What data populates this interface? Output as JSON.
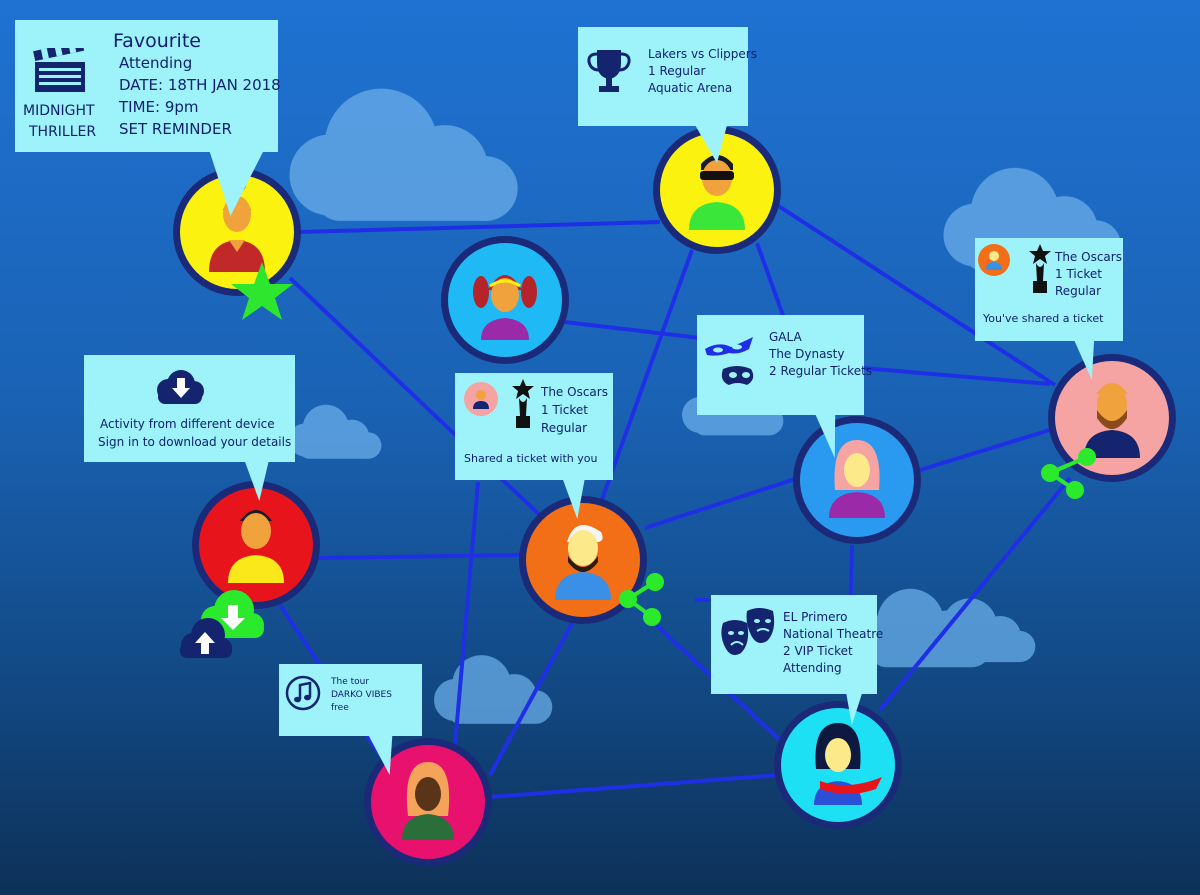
{
  "colors": {
    "link": "#1f2fe6",
    "bubble": "#9ef3fb",
    "bubble_text": "#0e1e6e",
    "node_ring": "#1b2a78",
    "share": "#2bea2b",
    "cloud": "#6aaee9"
  },
  "bubbles": {
    "favourite": {
      "heading": "Favourite",
      "movie_line1": "MIDNIGHT",
      "movie_line2": "THRILLER",
      "status": "Attending",
      "date": "DATE: 18TH JAN 2018",
      "time": "TIME: 9pm",
      "action": "SET REMINDER",
      "icon": "clapperboard-icon"
    },
    "lakers": {
      "line1": "Lakers vs Clippers",
      "line2": "1 Regular",
      "line3": "Aquatic Arena",
      "icon": "trophy-icon"
    },
    "oscars_right": {
      "line1": "The Oscars",
      "line2": "1 Ticket",
      "line3": "Regular",
      "message": "You've shared a ticket",
      "icon": "award-statue-icon"
    },
    "gala": {
      "line1": "GALA",
      "line2": "The Dynasty",
      "line3": "2 Regular Tickets",
      "icon": "masquerade-mask-icon"
    },
    "oscars_center": {
      "line1": "The Oscars",
      "line2": "1 Ticket",
      "line3": "Regular",
      "message": "Shared a ticket with you",
      "icon": "award-statue-icon"
    },
    "device": {
      "line1": "Activity from different  device",
      "line2": "Sign in to download your details",
      "icon": "cloud-download-icon"
    },
    "primero": {
      "line1": "EL Primero",
      "line2": "National Theatre",
      "line3": "2 VIP Ticket",
      "line4": "Attending",
      "icon": "theatre-masks-icon"
    },
    "tour": {
      "line1": "The tour",
      "line2": "DARKO VIBES",
      "line3": "free",
      "icon": "music-note-icon"
    }
  }
}
